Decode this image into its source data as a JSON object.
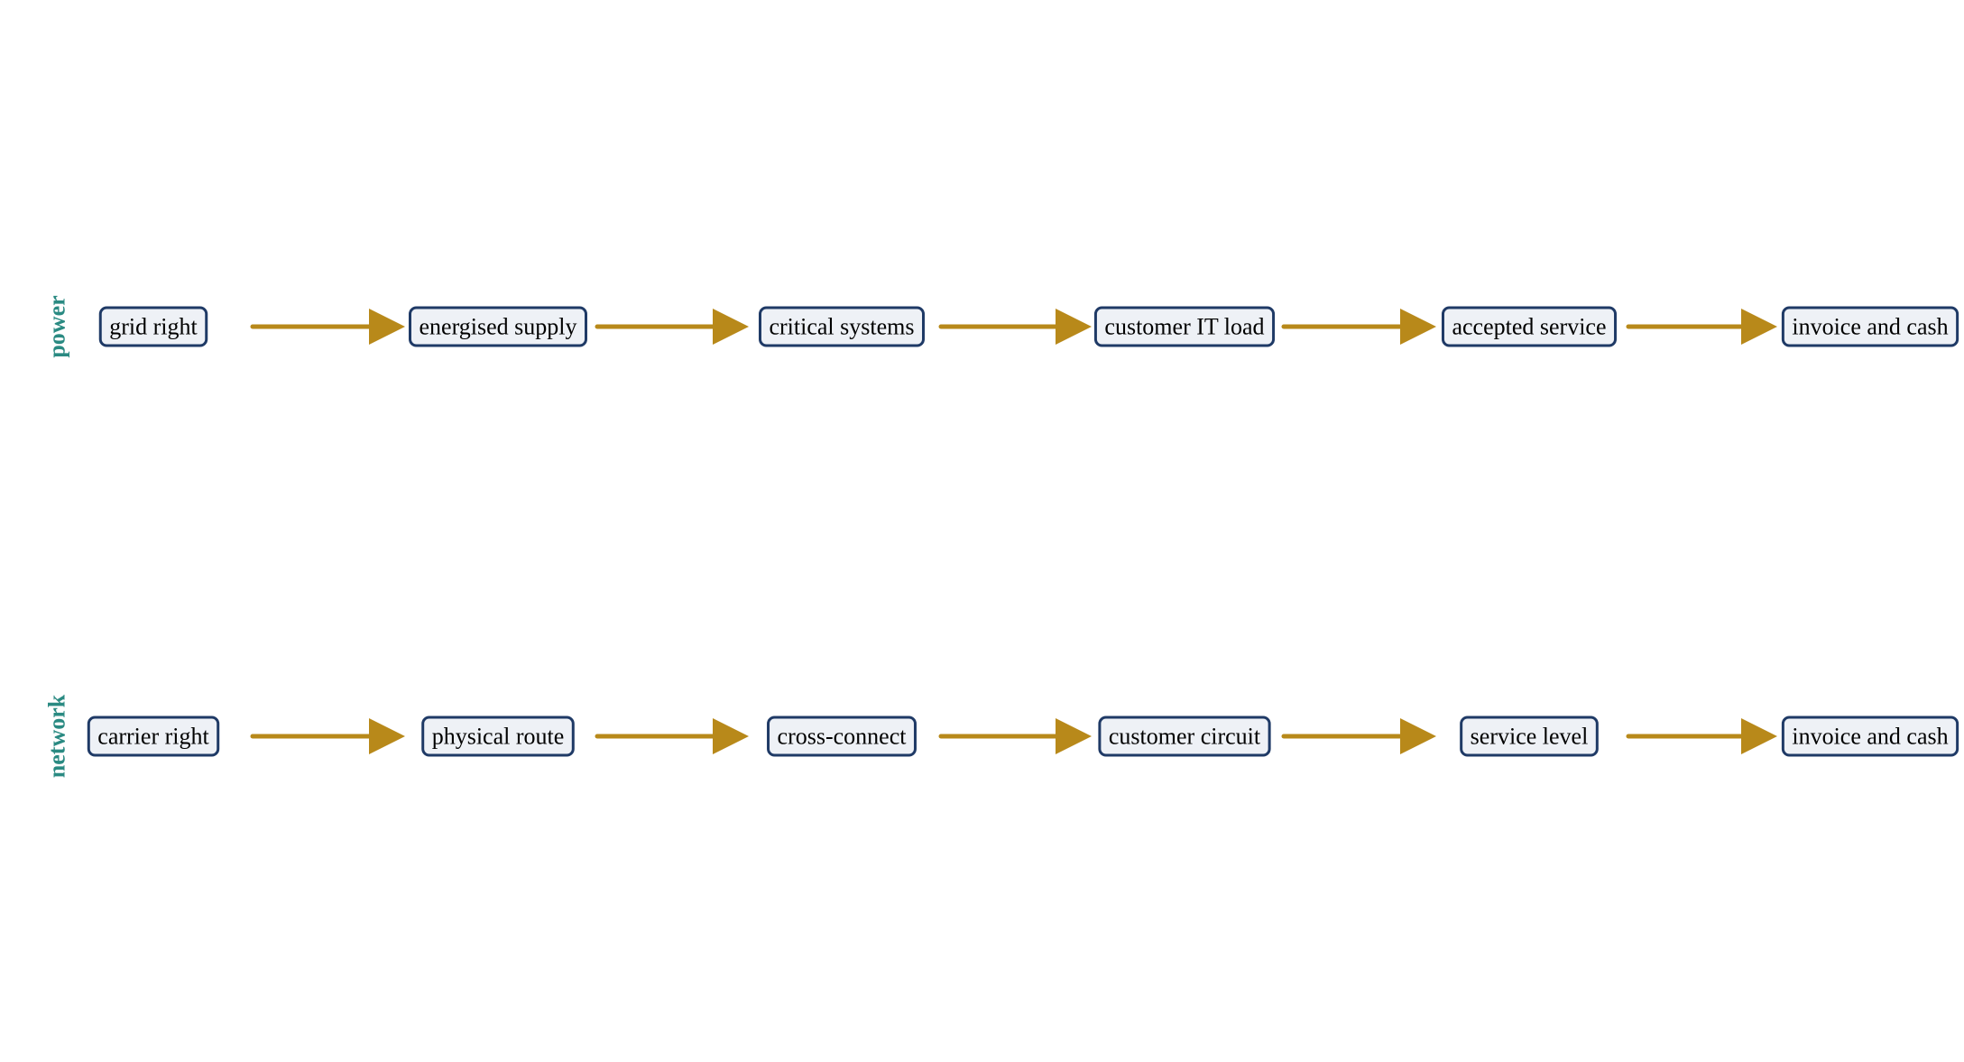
{
  "colors": {
    "lane_label": "#2a8a82",
    "node_border": "#1f3a66",
    "node_fill": "#eef1f6",
    "arrow": "#b8891a",
    "background": "#ffffff"
  },
  "lanes": [
    {
      "label": "power",
      "nodes": [
        {
          "label": "grid right"
        },
        {
          "label": "energised supply"
        },
        {
          "label": "critical systems"
        },
        {
          "label": "customer IT load"
        },
        {
          "label": "accepted service"
        },
        {
          "label": "invoice and cash"
        }
      ]
    },
    {
      "label": "network",
      "nodes": [
        {
          "label": "carrier right"
        },
        {
          "label": "physical route"
        },
        {
          "label": "cross-connect"
        },
        {
          "label": "customer circuit"
        },
        {
          "label": "service level"
        },
        {
          "label": "invoice and cash"
        }
      ]
    }
  ]
}
